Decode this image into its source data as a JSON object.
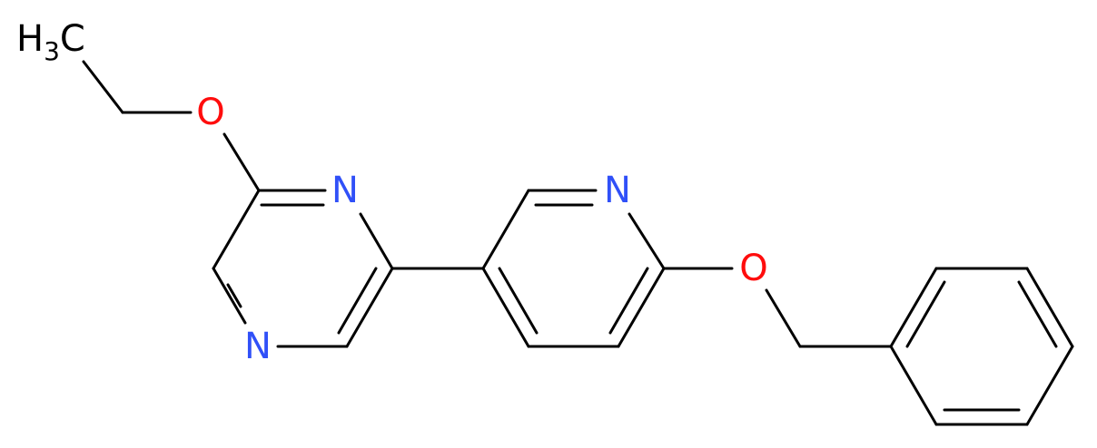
{
  "structure": {
    "atoms": {
      "methyl": {
        "label": "H",
        "subscript": "3",
        "suffix": "C"
      },
      "ether_o_top": {
        "label": "O"
      },
      "pyrazine_n1": {
        "label": "N"
      },
      "pyrazine_n4": {
        "label": "N"
      },
      "pyridine_n": {
        "label": "N"
      },
      "ether_o_right": {
        "label": "O"
      }
    },
    "colors": {
      "carbon": "#000000",
      "nitrogen": "#3050F8",
      "oxygen": "#FF0D0D",
      "bond": "#000000"
    }
  }
}
